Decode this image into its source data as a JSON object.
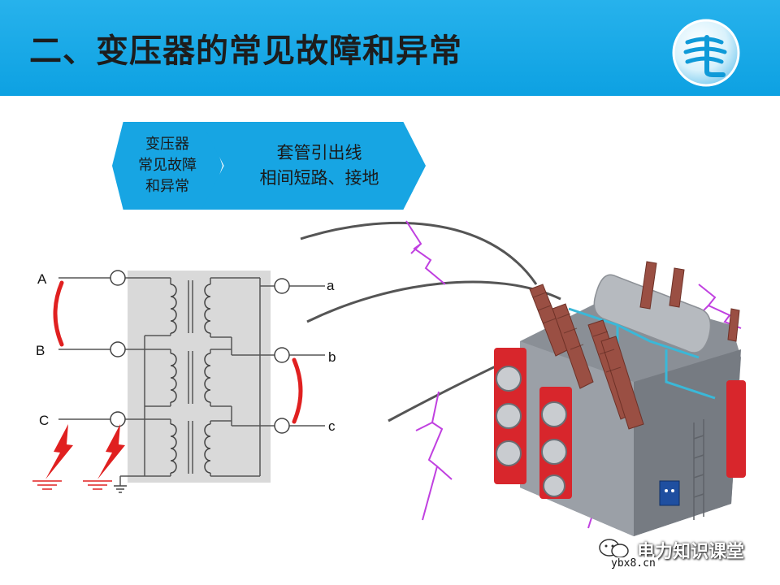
{
  "title": "二、变压器的常见故障和异常",
  "tag_left": {
    "line1": "变压器",
    "line2": "常见故障",
    "line3": "和异常"
  },
  "tag_right": {
    "line1": "套管引出线",
    "line2": "相间短路、接地"
  },
  "terminals": {
    "A": "A",
    "B": "B",
    "C": "C",
    "a": "a",
    "b": "b",
    "c": "c"
  },
  "watermark": {
    "text": "电力知识课堂",
    "site": "ybx8.cn"
  },
  "colors": {
    "header": "#1aa9e6",
    "fault": "#e02020",
    "lightning": "#c040e0",
    "tag": "#17a5e3"
  }
}
